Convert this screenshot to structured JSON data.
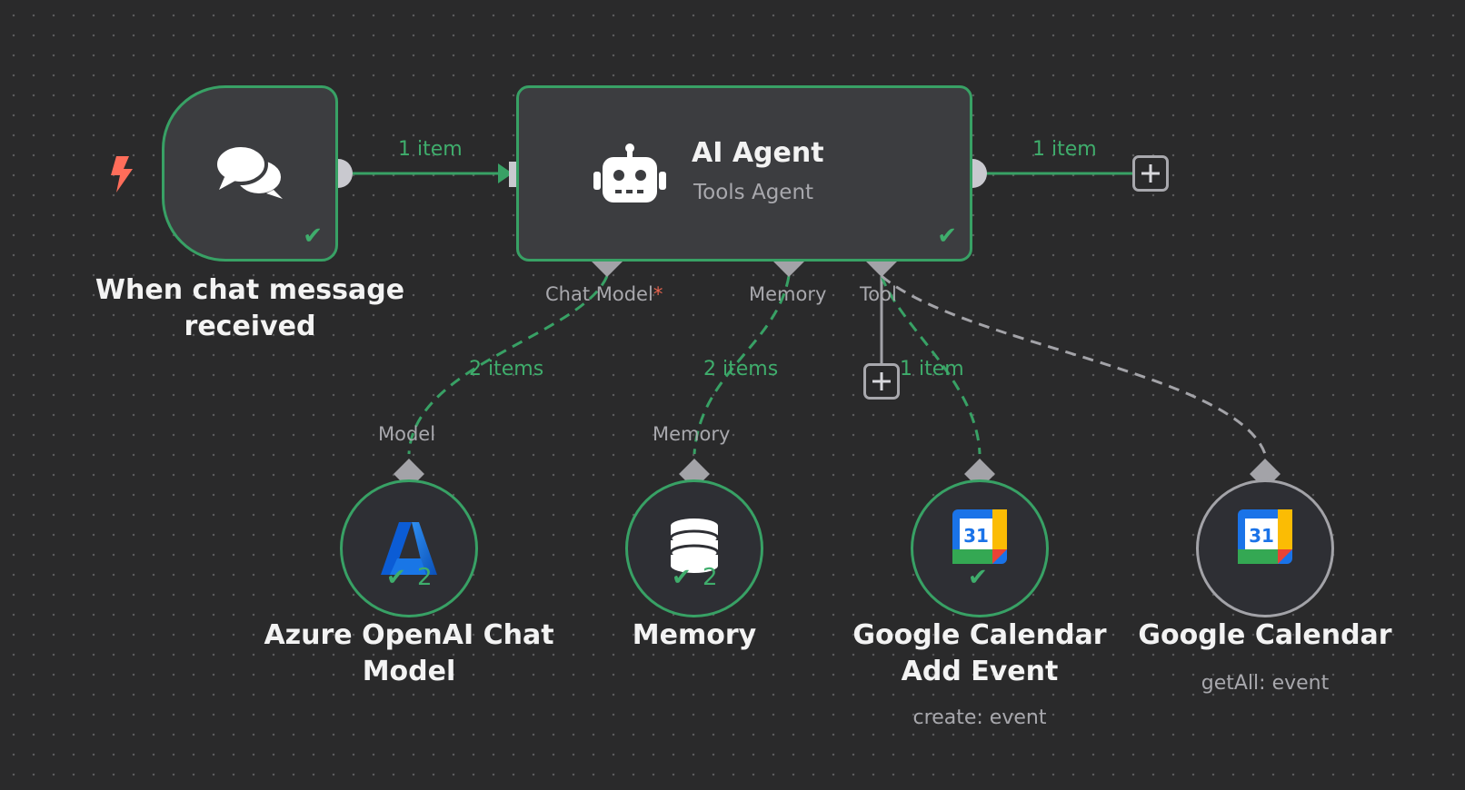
{
  "nodes": {
    "trigger": {
      "title_line1": "When chat message",
      "title_line2": "received"
    },
    "agent": {
      "title": "AI Agent",
      "subtitle": "Tools Agent"
    },
    "azure": {
      "title_line1": "Azure OpenAI Chat",
      "title_line2": "Model",
      "count": "2"
    },
    "memory": {
      "title": "Memory",
      "count": "2"
    },
    "gcal_add": {
      "title_line1": "Google Calendar",
      "title_line2": "Add Event",
      "subtitle": "create: event",
      "icon_text": "31"
    },
    "gcal_get": {
      "title": "Google Calendar",
      "subtitle": "getAll: event",
      "icon_text": "31"
    }
  },
  "ports": {
    "chat_model": "Chat Model",
    "chat_model_required": "*",
    "memory": "Memory",
    "tool": "Tool",
    "model_input": "Model",
    "memory_input": "Memory"
  },
  "edges": {
    "trigger_to_agent": "1 item",
    "agent_output": "1 item",
    "model": "2 items",
    "memory": "2 items",
    "tool_add_event": "1 item"
  },
  "colors": {
    "success": "#38a165",
    "idle": "#a3a3a8",
    "trigger_bolt": "#ff6d5a",
    "canvas": "#2a2a2b"
  },
  "icons": {
    "trigger": "chat-bubbles-icon",
    "agent": "robot-icon",
    "azure": "azure-logo-icon",
    "memory": "database-icon",
    "gcal": "google-calendar-icon"
  }
}
